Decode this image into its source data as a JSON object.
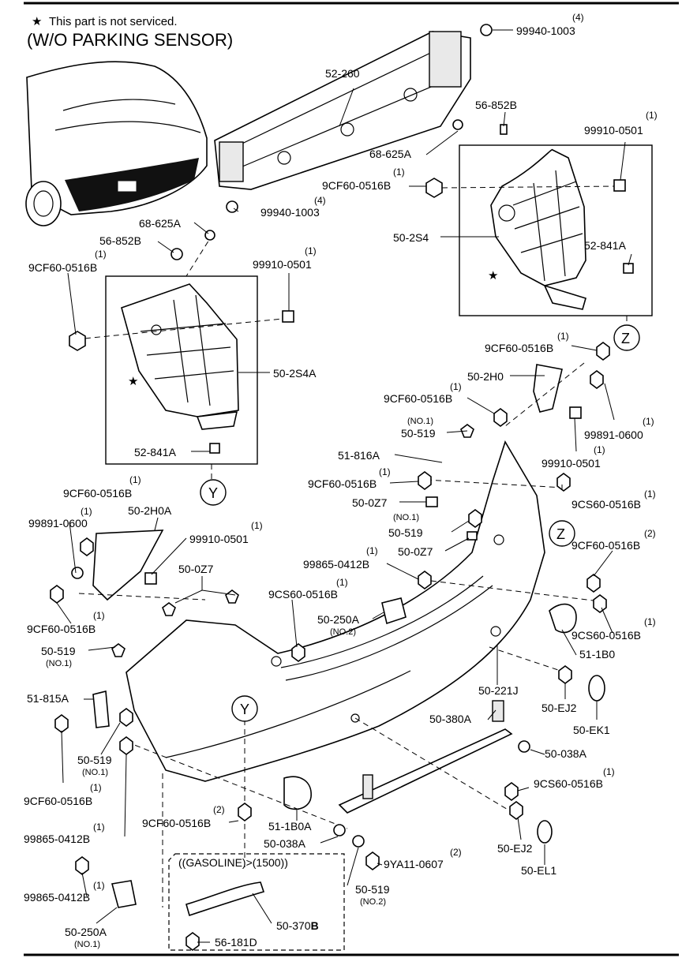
{
  "header": {
    "star": "★",
    "not_serviced": "This part is not serviced.",
    "variant": "(W/O PARKING SENSOR)"
  },
  "refs": {
    "y": "Y",
    "z": "Z"
  },
  "labels": {
    "p99940_top": "99940-1003",
    "p99940_top_qty": "(4)",
    "p52260": "52-260",
    "p56852b_r": "56-852B",
    "p99910_r": "99910-0501",
    "p99910_r_qty": "(1)",
    "p68625a_r": "68-625A",
    "p9cf60_r": "9CF60-0516B",
    "p9cf60_r_qty": "(1)",
    "p99940_mid": "99940-1003",
    "p99940_mid_qty": "(4)",
    "p68625a_l": "68-625A",
    "p56852b_l": "56-852B",
    "p9cf60_l": "9CF60-0516B",
    "p9cf60_l_qty": "(1)",
    "p99910_l": "99910-0501",
    "p99910_l_qty": "(1)",
    "p502s4": "50-2S4",
    "p52841a_r": "52-841A",
    "p502s4a": "50-2S4A",
    "p52841a_l": "52-841A",
    "p9cf60_rs": "9CF60-0516B",
    "p9cf60_rs_qty": "(1)",
    "p502h0": "50-2H0",
    "p9cf60_rs2": "9CF60-0516B",
    "p9cf60_rs2_qty": "(1)",
    "p50519_no1_note": "(NO.1)",
    "p50519_no1": "50-519",
    "p99891_r": "99891-0600",
    "p99891_r_qty": "(1)",
    "p99910_rs": "99910-0501",
    "p99910_rs_qty": "(1)",
    "p51816a": "51-816A",
    "p9cf60_mid": "9CF60-0516B",
    "p9cf60_mid_qty": "(1)",
    "p500z7_a": "50-0Z7",
    "p9cs60_r1": "9CS60-0516B",
    "p9cs60_r1_qty": "(1)",
    "p50519_no1b_note": "(NO.1)",
    "p50519_no1b": "50-519",
    "p500z7_b": "50-0Z7",
    "p9cf60_ls": "9CF60-0516B",
    "p9cf60_ls_qty": "(1)",
    "p99891_l": "99891-0600",
    "p99891_l_qty": "(1)",
    "p502h0a": "50-2H0A",
    "p99910_ls": "99910-0501",
    "p99910_ls_qty": "(1)",
    "p9cf60_ls2": "9CF60-0516B",
    "p9cf60_ls2_qty": "(1)",
    "p500z7_c": "50-0Z7",
    "p99865_mid": "99865-0412B",
    "p99865_mid_qty": "(1)",
    "p9cf60_r2": "9CF60-0516B",
    "p9cf60_r2_qty": "(2)",
    "p9cs60_mid": "9CS60-0516B",
    "p9cs60_mid_qty": "(1)",
    "p50250a_no2": "50-250A",
    "p50250a_no2_note": "(NO.2)",
    "p9cs60_r2": "9CS60-0516B",
    "p9cs60_r2_qty": "(1)",
    "p511b0": "51-1B0",
    "p50519_l": "50-519",
    "p50519_l_note": "(NO.1)",
    "p50221j": "50-221J",
    "p50ej2_r": "50-EJ2",
    "p50ek1": "50-EK1",
    "p51815a": "51-815A",
    "p50380a": "50-380A",
    "p50519_no1c": "50-519",
    "p50519_no1c_note": "(NO.1)",
    "p50038a_r": "50-038A",
    "p9cf60_bl": "9CF60-0516B",
    "p9cf60_bl_qty": "(1)",
    "p9cs60_b": "9CS60-0516B",
    "p9cs60_b_qty": "(1)",
    "p9cf60_bm": "9CF60-0516B",
    "p9cf60_bm_qty": "(2)",
    "p99865_l": "99865-0412B",
    "p99865_l_qty": "(1)",
    "p511b0a": "51-1B0A",
    "p50038a_l": "50-038A",
    "p50ej2_b": "50-EJ2",
    "p9ya11": "9YA11-0607",
    "p9ya11_qty": "(2)",
    "p50el1": "50-EL1",
    "p99865_b": "99865-0412B",
    "p99865_b_qty": "(1)",
    "gasoline": "((GASOLINE)>(1500))",
    "p50519_no2": "50-519",
    "p50519_no2_note": "(NO.2)",
    "p50370b": "50-370",
    "p50370b_bold": "B",
    "p50250a_no1": "50-250A",
    "p50250a_no1_note": "(NO.1)",
    "p56181d": "56-181D"
  }
}
